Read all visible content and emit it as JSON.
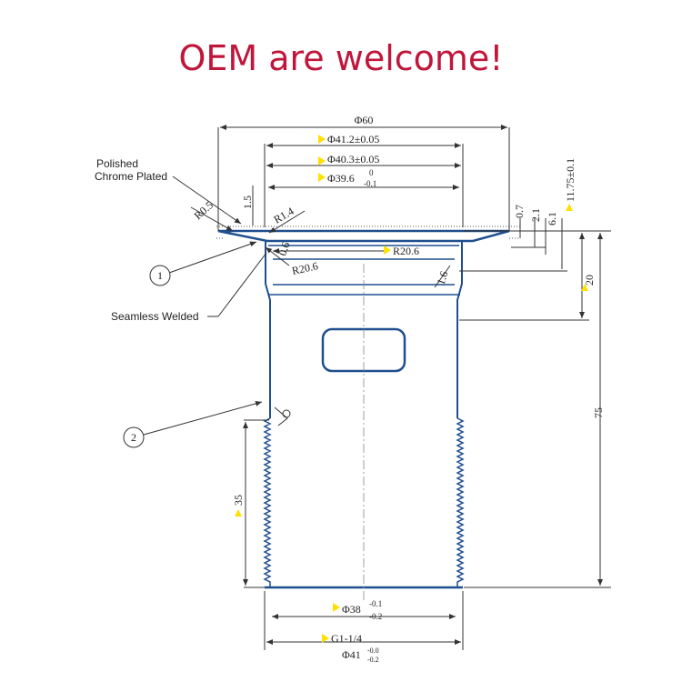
{
  "headline": "OEM are welcome!",
  "colors": {
    "headline": "#c0163b",
    "outline": "#1f4f8f",
    "marker": "#ffe000",
    "dimension": "#333333"
  },
  "notes": {
    "finish_line1": "Polished",
    "finish_line2": "Chrome Plated",
    "weld": "Seamless Welded"
  },
  "callouts": [
    "1",
    "2"
  ],
  "dimensions": {
    "flange_dia": "Φ60",
    "od_top": "Φ41.2±0.05",
    "id_top": "Φ40.3±0.05",
    "bore_base": "Φ39.6",
    "bore_tol_upper": "0",
    "bore_tol_lower": "-0.1",
    "r05": "R0.5",
    "t15": "1.5",
    "r14": "R1.4",
    "r206_a": "R20.6",
    "r206_b": "R20.6",
    "d16": "1.6",
    "d06": "0.6",
    "d07": "0.7",
    "d21": "2.1",
    "d61": "6.1",
    "d1175": "11.75±0.1",
    "d20": "20",
    "d75": "75",
    "d35": "35",
    "bottom_base": "Φ38",
    "bottom_tol_upper": "-0.1",
    "bottom_tol_lower": "-0.2",
    "thread": "G1-1/4",
    "thread_od_base": "Φ41",
    "thread_od_tol_upper": "-0.0",
    "thread_od_tol_lower": "-0.2"
  }
}
